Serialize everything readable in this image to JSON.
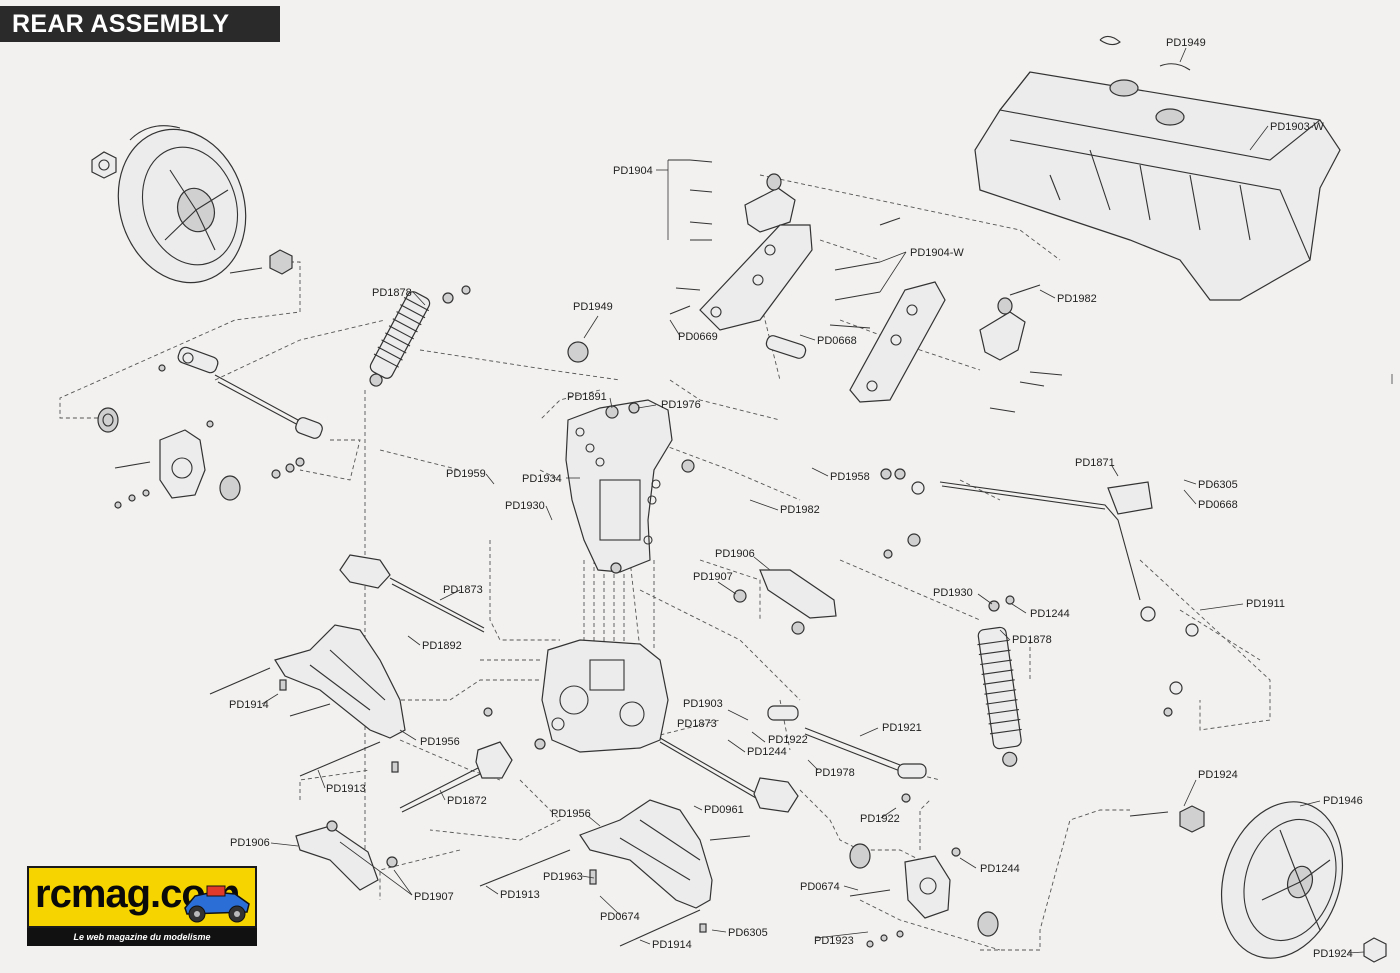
{
  "title": "REAR ASSEMBLY",
  "logo": {
    "name": "rcmag.com",
    "tagline": "Le web magazine du modelisme"
  },
  "part_labels": [
    "PD1949",
    "PD1903-W",
    "PD1904",
    "PD1904-W",
    "PD1982",
    "PD1878",
    "PD1949",
    "PD0669",
    "PD0668",
    "PD1891",
    "PD1976",
    "PD1959",
    "PD1934",
    "PD1930",
    "PD1958",
    "PD1982",
    "PD1871",
    "PD6305",
    "PD0668",
    "PD1873",
    "PD1906",
    "PD1907",
    "PD1930",
    "PD1244",
    "PD1911",
    "PD1892",
    "PD1878",
    "PD1914",
    "PD1903",
    "PD1873",
    "PD1921",
    "PD1922",
    "PD1244",
    "PD1956",
    "PD1978",
    "PD1924",
    "PD1913",
    "PD1872",
    "PD0961",
    "PD1956",
    "PD1922",
    "PD1946",
    "PD1906",
    "PD1963",
    "PD1244",
    "PD0674",
    "PD1907",
    "PD1913",
    "PD0674",
    "PD1914",
    "PD6305",
    "PD1923",
    "PD1924"
  ]
}
